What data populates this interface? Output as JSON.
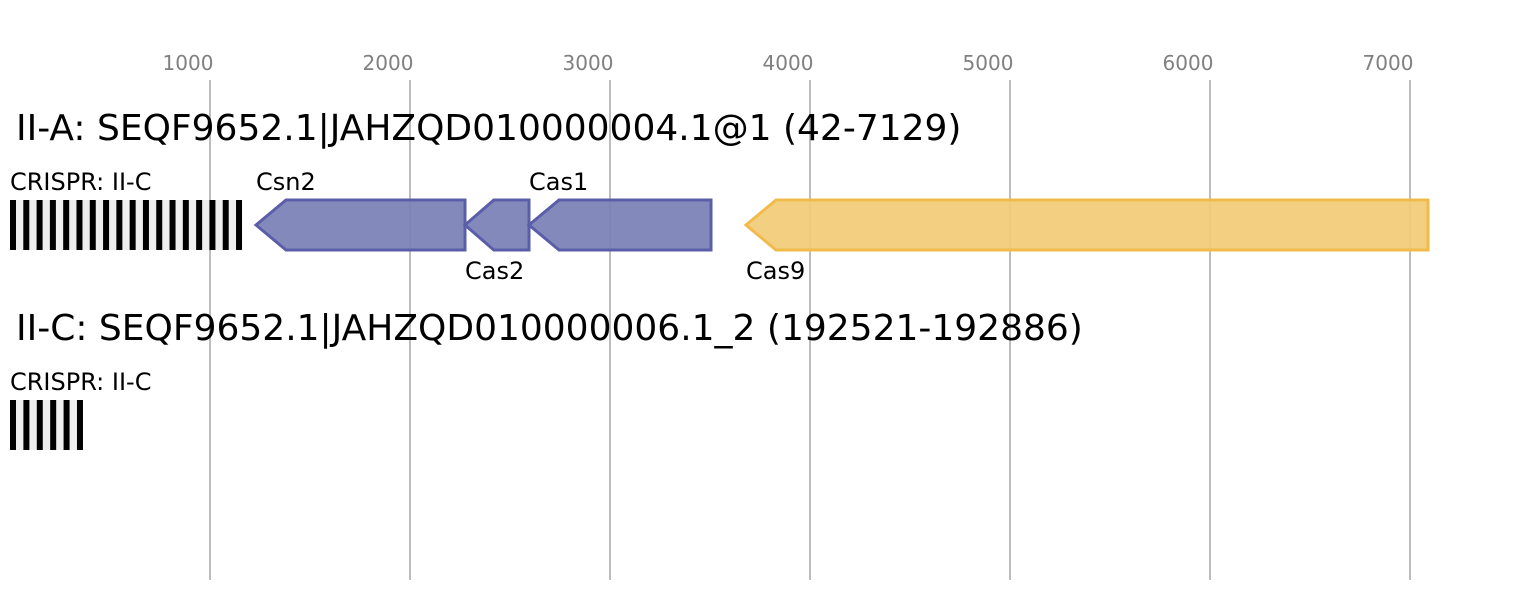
{
  "axis": {
    "ticks": [
      1000,
      2000,
      3000,
      4000,
      5000,
      6000,
      7000
    ],
    "range_bp": [
      0,
      7535
    ]
  },
  "colors": {
    "cas_core": "#5a5ea8",
    "cas_core_fill": "#7a7fb6",
    "cas9": "#f0bb4a",
    "cas9_fill": "#f2cc76",
    "crispr_repeat": "#000000",
    "crispr_spacer": "#eeeeee",
    "grid": "#bdbdbd",
    "tick_text": "#808080"
  },
  "loci": [
    {
      "title": "II-A: SEQF9652.1|JAHZQD010000004.1@1 (42-7129)",
      "crispr_arrays": [
        {
          "label": "CRISPR: II-C",
          "start": 0,
          "end": 1160,
          "repeats": 18
        }
      ],
      "genes": [
        {
          "name": "Csn2",
          "start": 1230,
          "end": 2275,
          "strand": "-",
          "type": "core",
          "label_pos": "above"
        },
        {
          "name": "Cas2",
          "start": 2275,
          "end": 2595,
          "strand": "-",
          "type": "core",
          "label_pos": "below"
        },
        {
          "name": "Cas1",
          "start": 2595,
          "end": 3505,
          "strand": "-",
          "type": "core",
          "label_pos": "above"
        },
        {
          "name": "Cas9",
          "start": 3680,
          "end": 7090,
          "strand": "-",
          "type": "cas9",
          "label_pos": "below"
        }
      ]
    },
    {
      "title": "II-C: SEQF9652.1|JAHZQD010000006.1_2 (192521-192886)",
      "crispr_arrays": [
        {
          "label": "CRISPR: II-C",
          "start": 0,
          "end": 365,
          "repeats": 6
        }
      ],
      "genes": []
    }
  ]
}
